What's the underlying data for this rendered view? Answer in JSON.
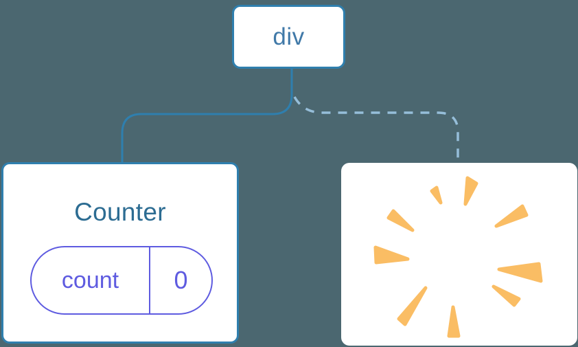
{
  "diagram": {
    "root_label": "div",
    "counter_title": "Counter",
    "state_key": "count",
    "state_value": "0"
  },
  "icons": {
    "poof": "poof-burst-icon"
  },
  "colors": {
    "background": "#4B6770",
    "node_border": "#2F7FAE",
    "node_text": "#4079A8",
    "title_text": "#2C6C92",
    "state_accent": "#5E5BE0",
    "dashed_line": "#96BED9",
    "burst": "#FABD64",
    "card_bg": "#FFFFFF"
  }
}
